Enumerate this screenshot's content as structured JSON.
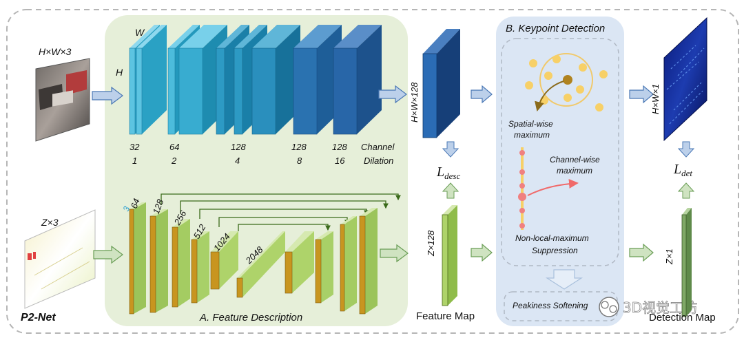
{
  "title": "P2-Net",
  "input_image_label": "H×W×3",
  "input_points_label": "Z×3",
  "height_label": "H",
  "width_label": "W",
  "image_branch": {
    "channels": [
      "32",
      "64",
      "128",
      "128",
      "128"
    ],
    "dilations": [
      "1",
      "2",
      "4",
      "8",
      "16"
    ],
    "caption": [
      "Channel",
      "Dilation"
    ]
  },
  "point_branch": {
    "channels": [
      "3",
      "64",
      "128",
      "256",
      "512",
      "1024",
      "2048"
    ]
  },
  "feature_description_label": "A. Feature Description",
  "image_feature_label": "H×W×128",
  "point_feature_label": "Z×128",
  "loss_desc": "L",
  "loss_desc_sub": "desc",
  "feature_map_label": "Feature Map",
  "keypoint_detection": {
    "title": "B. Keypoint Detection",
    "spatial": [
      "Spatial-wise",
      "maximum"
    ],
    "channel": [
      "Channel-wise",
      "maximum"
    ],
    "nms": [
      "Non-local-maximum",
      "Suppression"
    ],
    "softening": "Peakiness Softening"
  },
  "detection_image_label": "H×W×1",
  "detection_point_label": "Z×1",
  "loss_det": "L",
  "loss_det_sub": "det",
  "detection_map_label": "Detection Map",
  "watermark": "3D视觉工坊",
  "colors": {
    "green_panel": "#e6efd9",
    "blue_panel": "#dbe6f4",
    "cube_light": "#4dbfdc",
    "cube_dark": "#2e6bb0",
    "layer_green": "#aed36a",
    "layer_gold": "#c8951f"
  }
}
